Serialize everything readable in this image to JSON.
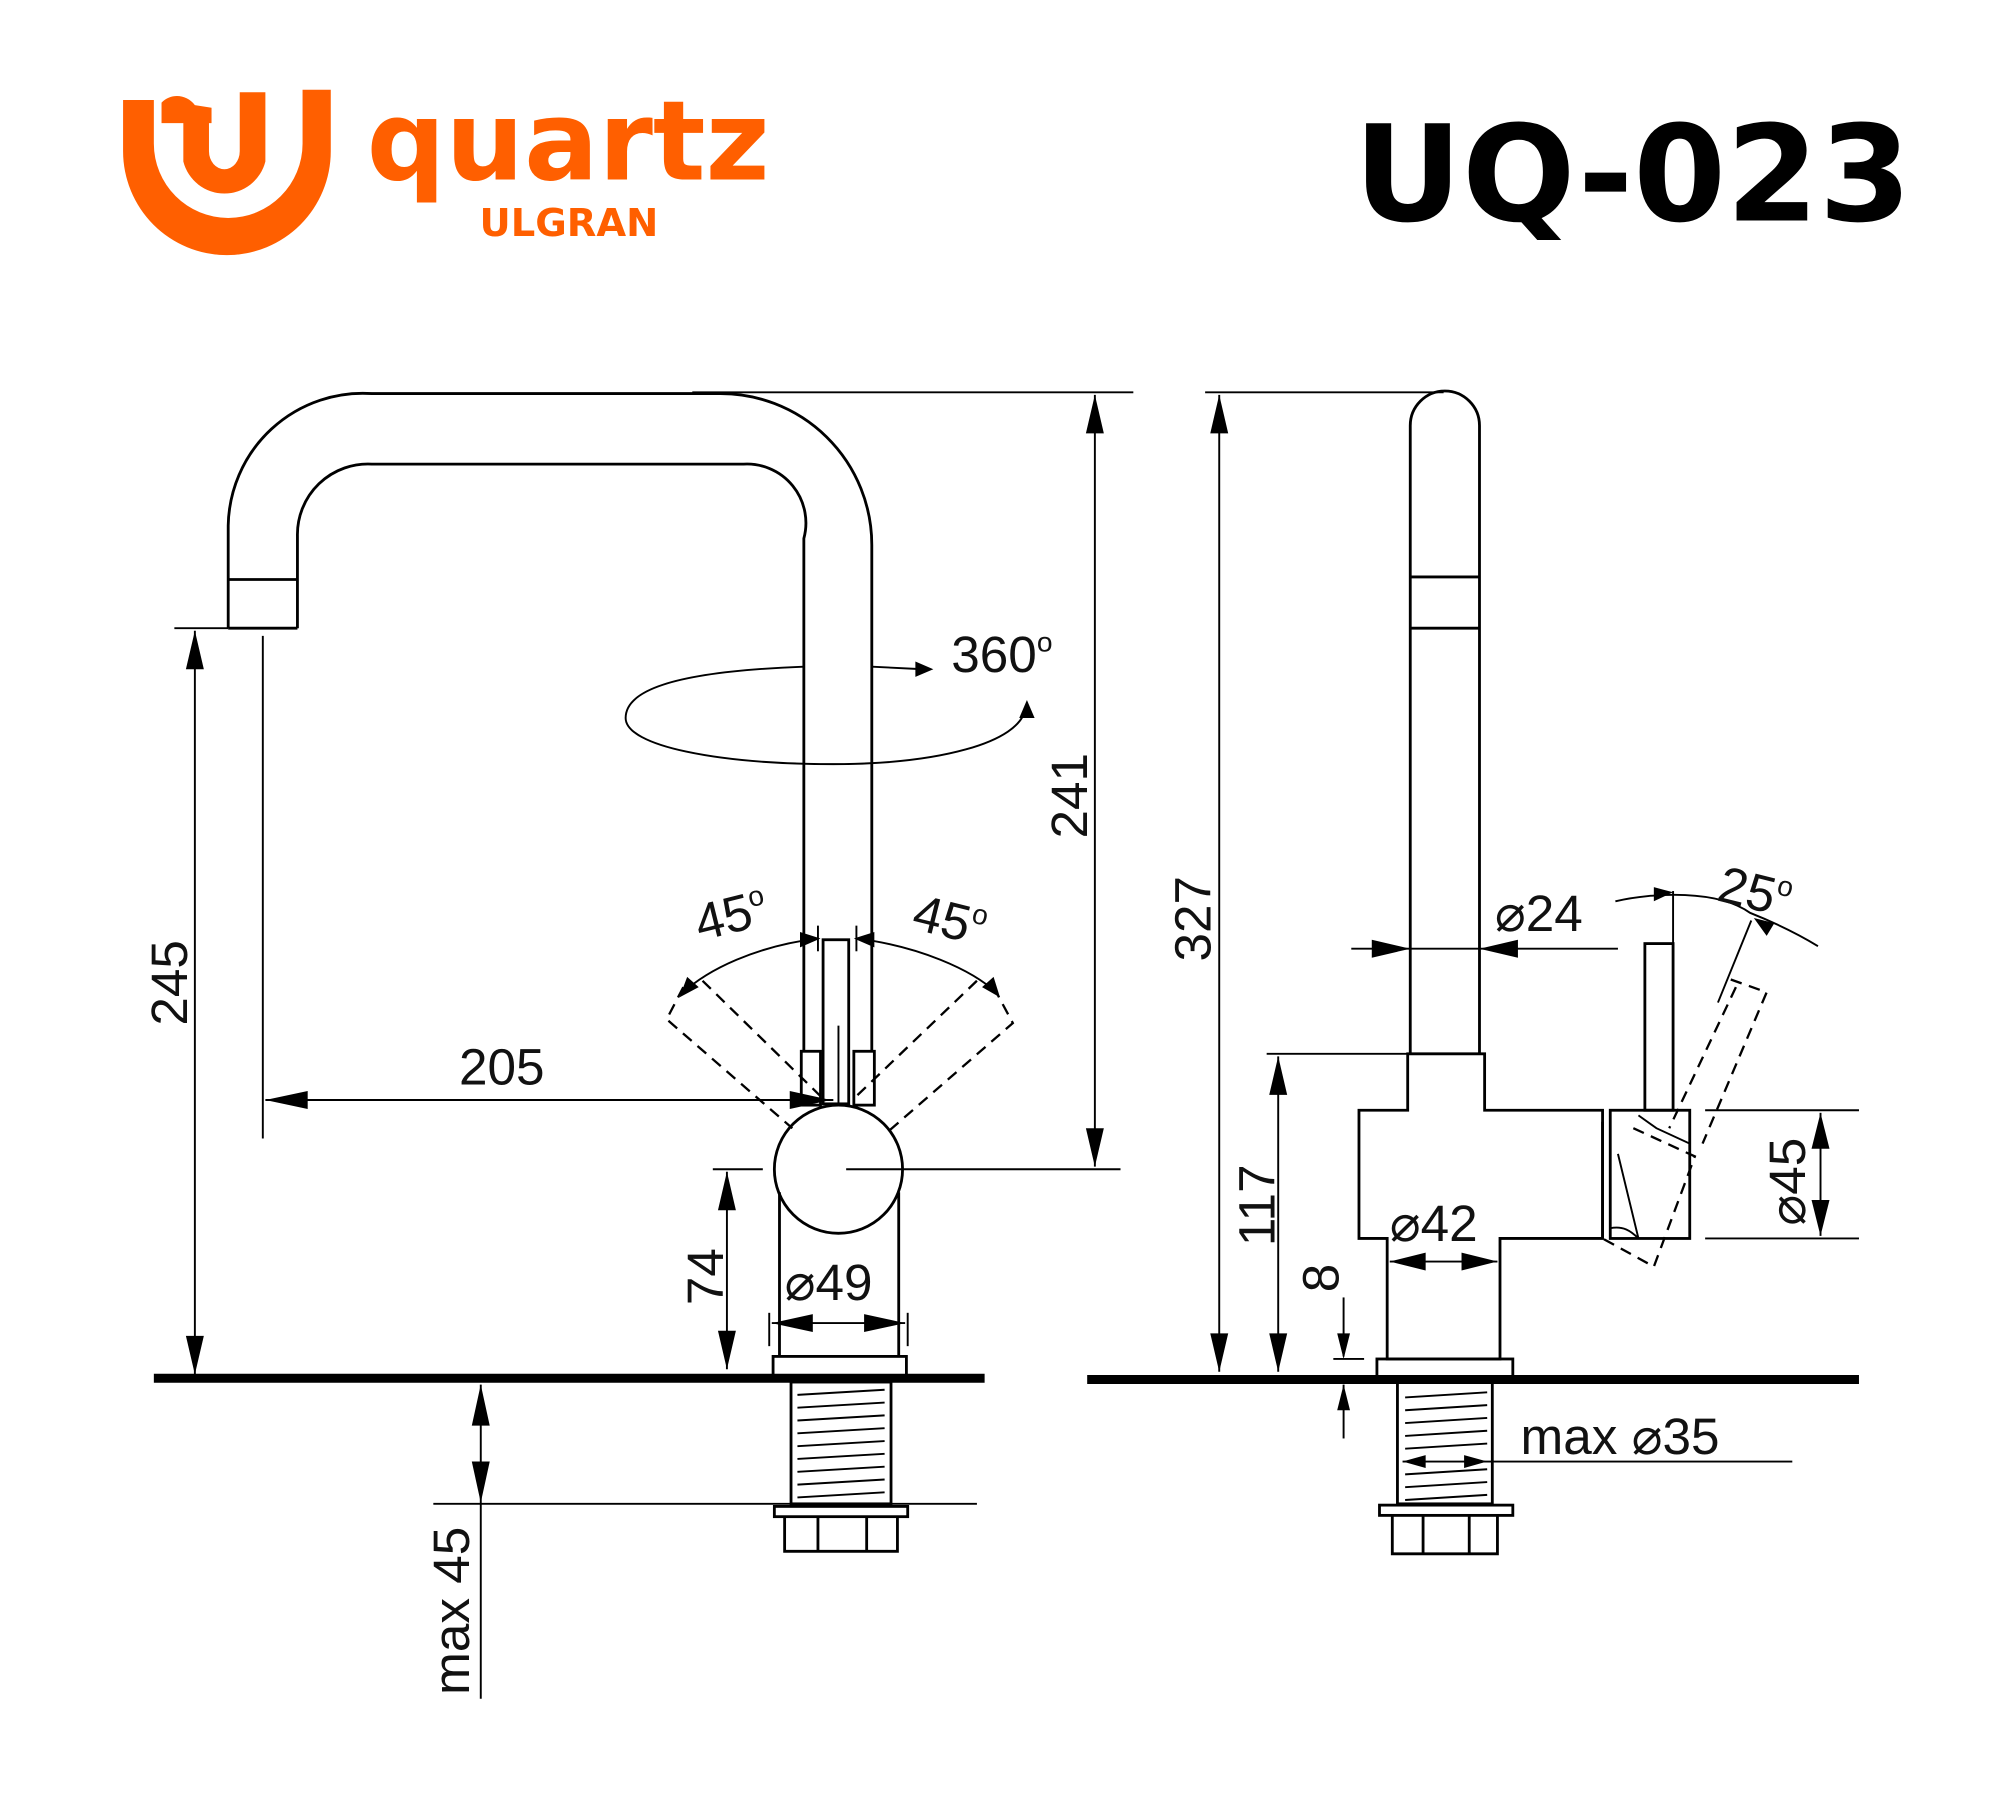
{
  "brand": {
    "name": "quartz",
    "sub": "ULGRAN",
    "color": "#ff5f00",
    "icon": "ulgran-u-logo-icon"
  },
  "model": {
    "code": "UQ-023"
  },
  "front_view": {
    "dims": {
      "spout_height": "245",
      "total_height_from_axis": "241",
      "reach": "205",
      "swivel": "360",
      "lever_left_angle": "45",
      "lever_right_angle": "45",
      "body_axis_height": "74",
      "base_diameter": "⌀49",
      "max_countertop": "max 45"
    },
    "degree_symbol": "o"
  },
  "side_view": {
    "dims": {
      "total_height": "327",
      "body_height": "117",
      "tube_diameter": "⌀24",
      "lever_tilt": "25",
      "handle_diameter": "⌀45",
      "body_diameter": "⌀42",
      "base_thickness": "8",
      "max_hole": "max ⌀35"
    },
    "degree_symbol": "o"
  }
}
